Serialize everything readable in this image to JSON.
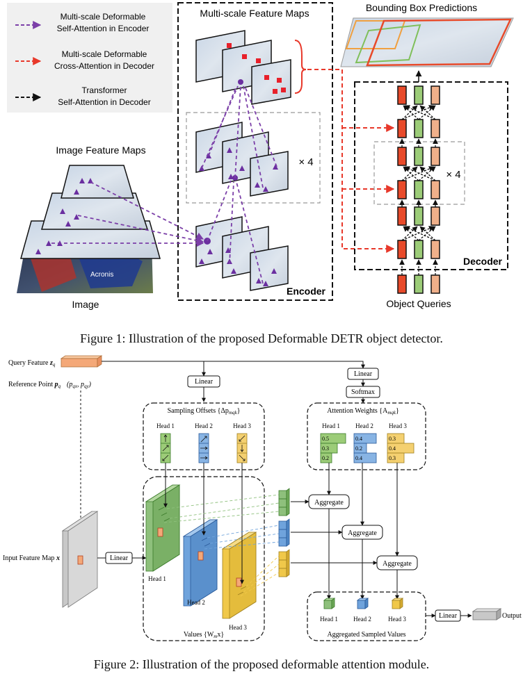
{
  "figure1": {
    "legend": {
      "purple": "Multi-scale Deformable",
      "purple2": "Self-Attention in Encoder",
      "red": "Multi-scale Deformable",
      "red2": "Cross-Attention in Decoder",
      "black": "Transformer",
      "black2": "Self-Attention in Decoder"
    },
    "multiscale_title": "Multi-scale Feature Maps",
    "bbox_title": "Bounding Box Predictions",
    "image_feature_title": "Image Feature Maps",
    "image_label": "Image",
    "times4_encoder": "× 4",
    "times4_decoder": "× 4",
    "encoder_label": "Encoder",
    "decoder_label": "Decoder",
    "object_queries": "Object Queries",
    "photo_text": "Acronis",
    "caption": "Figure 1: Illustration of the proposed Deformable DETR object detector.",
    "colors": {
      "purple": "#7b3fa8",
      "red": "#e8382a",
      "green": "#9ccc78",
      "salmon": "#f0b08a",
      "orange_red": "#e84a2a"
    }
  },
  "figure2": {
    "query_feature": "Query Feature",
    "query_symbol": "z",
    "query_sub": "q",
    "reference_point": "Reference Point",
    "ref_symbol": "p",
    "ref_sub": "q",
    "ref_coords": "(p",
    "ref_coords_x": "qx",
    "ref_coords_mid": ", p",
    "ref_coords_y": "qy",
    "ref_coords_end": ")",
    "linear": "Linear",
    "softmax": "Softmax",
    "sampling_offsets": "Sampling Offsets {Δp",
    "sampling_offsets_sub": "mqk",
    "sampling_offsets_end": "}",
    "attention_weights": "Attention Weights {A",
    "attention_weights_sub": "mqk",
    "attention_weights_end": "}",
    "heads": [
      "Head 1",
      "Head 2",
      "Head 3"
    ],
    "weights": {
      "head1": [
        "0.5",
        "0.3",
        "0.2"
      ],
      "head2": [
        "0.4",
        "0.2",
        "0.4"
      ],
      "head3": [
        "0.3",
        "0.4",
        "0.3"
      ]
    },
    "aggregate": "Aggregate",
    "input_feature_map": "Input Feature Map",
    "input_symbol": "x",
    "values_label": "Values {W",
    "values_sub": "m",
    "values_end": "x}",
    "aggregated_label": "Aggregated Sampled Values",
    "output": "Output",
    "caption": "Figure 2: Illustration of the proposed deformable attention module.",
    "colors": {
      "head1": "#8ec07c",
      "head2": "#6fa3dc",
      "head3": "#f0c84a"
    }
  }
}
